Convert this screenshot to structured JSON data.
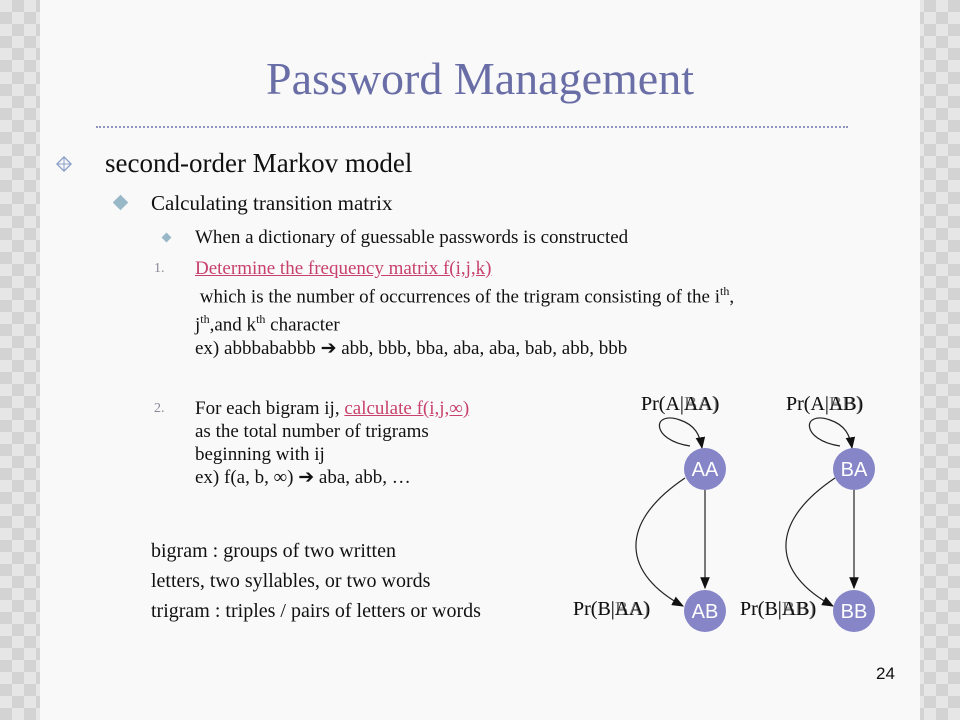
{
  "title": "Password Management",
  "page_number": "24",
  "bullets": {
    "level1": "second-order Markov model",
    "level2": "Calculating transition matrix",
    "intro": "When a dictionary of guessable passwords is constructed",
    "step1": {
      "number": "1.",
      "link": "Determine the frequency matrix f(i,j,k)",
      "line2": "which is the number of occurrences of the trigram consisting of the i",
      "sup_th": "th",
      "line2_tail": ",",
      "line3_j": "j",
      "line3_mid": ",and k",
      "line3_tail": " character",
      "example_lhs": "ex) abbbababbb",
      "example_rhs": "abb, bbb, bba, aba, aba, bab, abb, bbb"
    },
    "step2": {
      "number": "2.",
      "prefix": "For each bigram ij, ",
      "link": "calculate f(i,j,∞)",
      "line2": "as the total number of trigrams",
      "line3": "beginning with ij",
      "example_lhs": "ex) f(a, b, ∞)",
      "example_rhs": "aba, abb, …"
    }
  },
  "notes": [
    "bigram : groups of two written",
    "letters, two syllables, or two words",
    "trigram : triples / pairs of letters or words"
  ],
  "diagram": {
    "node_color": "#8585c8",
    "nodes": {
      "aa": "AA",
      "ab": "AB",
      "ba": "BA",
      "bb": "BB"
    },
    "edge_labels": {
      "aa_self": "Pr(A|AA)",
      "aa_self_ghost": "Pr(A|BA)",
      "ba_self": "Pr(A|AB)",
      "ba_self_ghost": "Pr(A|BB)",
      "ab_in": "Pr(B|AA)",
      "ab_in_ghost": "Pr(B|BA)",
      "bb_in": "Pr(B|AB)",
      "bb_in_ghost": "Pr(B|BB)"
    }
  }
}
